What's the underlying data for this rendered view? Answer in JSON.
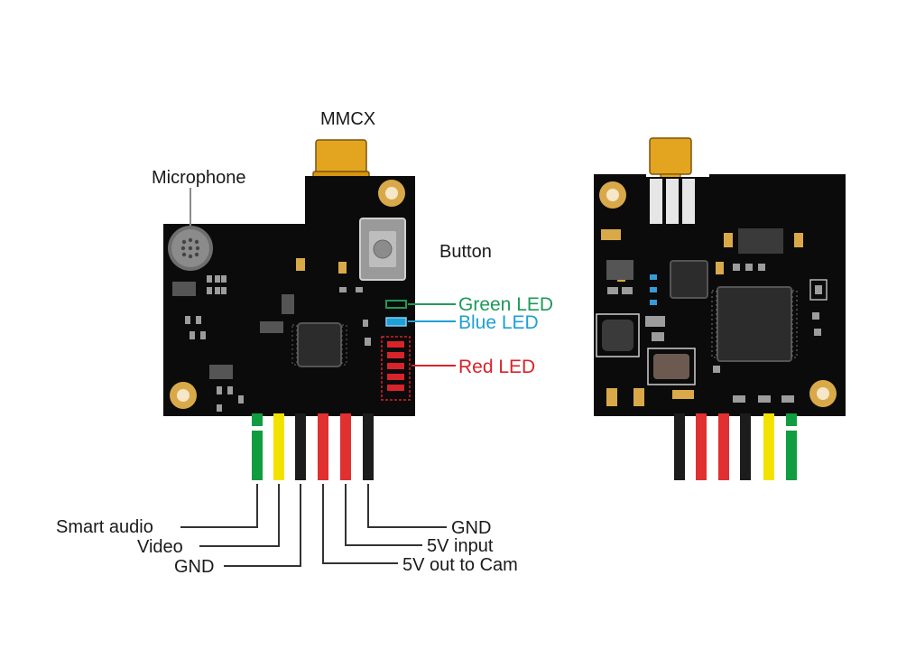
{
  "labels": {
    "mmcx": "MMCX",
    "microphone": "Microphone",
    "button": "Button",
    "green_led": "Green LED",
    "blue_led": "Blue LED",
    "red_led": "Red LED",
    "smart_audio": "Smart audio",
    "video": "Video",
    "gnd_left": "GND",
    "gnd_right": "GND",
    "five_v_input": "5V input",
    "five_v_out": "5V out to Cam"
  },
  "colors": {
    "board": "#0b0b0b",
    "gold_pad": "#d9a949",
    "connector_gold": "#e3a51f",
    "green_led": "#1e9a5a",
    "blue_led": "#1f9fd6",
    "red_led": "#d8232a",
    "wire_green": "#0f9d3f",
    "wire_yellow": "#f2e200",
    "wire_black": "#1c1c1c",
    "wire_red": "#e0302f"
  },
  "wires": {
    "front": [
      "green",
      "yellow",
      "black",
      "red",
      "red",
      "black"
    ],
    "back": [
      "black",
      "red",
      "red",
      "black",
      "yellow",
      "green"
    ]
  }
}
